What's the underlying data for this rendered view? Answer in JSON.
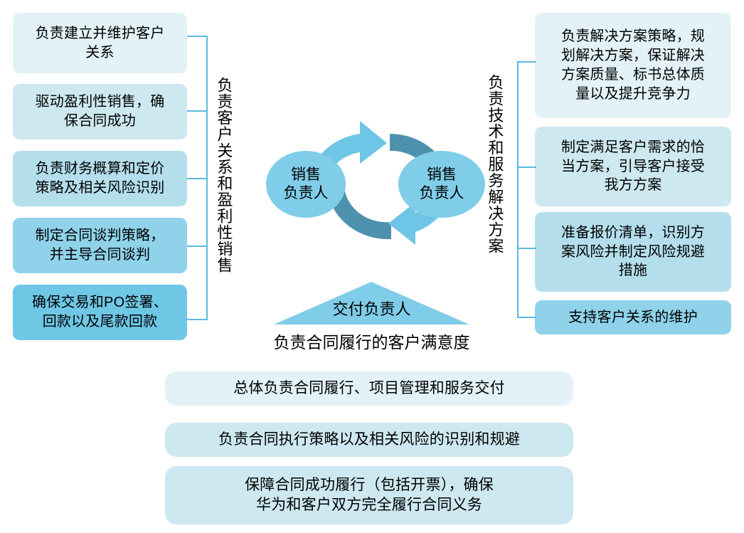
{
  "title": "销售与交付角色职责图",
  "colors": {
    "pale": "#E2F2F7",
    "light": "#CDE8F0",
    "mid": "#B4DEEC",
    "strong": "#8FD2EA",
    "deep": "#6FC7E6",
    "bracket": "#5CB9E0",
    "ellipse": "#7FCDE8",
    "arrow_light": "#6FC5E5",
    "arrow_dark": "#4E91AC",
    "triangle": "#7FCDE8"
  },
  "left_group": {
    "label": "负责客户关系和盈利性销售",
    "items": [
      {
        "text": "负责建立并维护客户\n关系",
        "fill": "#E2F2F7"
      },
      {
        "text": "驱动盈利性销售，确\n保合同成功",
        "fill": "#CDE8F0"
      },
      {
        "text": "负责财务概算和定价\n策略及相关风险识别",
        "fill": "#B4DEEC"
      },
      {
        "text": "制定合同谈判策略，\n并主导合同谈判",
        "fill": "#8FD2EA"
      },
      {
        "text": "确保交易和PO签署、\n回款以及尾款回款",
        "fill": "#6FC7E6"
      }
    ]
  },
  "right_group": {
    "label": "负责技术和服务解决方案",
    "items": [
      {
        "text": "负责解决方案策略，规\n划解决方案，保证解决\n方案质量、标书总体质\n量以及提升竞争力",
        "fill": "#E2F2F7"
      },
      {
        "text": "制定满足客户需求的恰\n当方案，引导客户接受\n我方方案",
        "fill": "#CDE8F0"
      },
      {
        "text": "准备报价清单，识别方\n案风险并制定风险规避\n措施",
        "fill": "#B4DEEC"
      },
      {
        "text": "支持客户关系的维护",
        "fill": "#8FD2EA"
      }
    ]
  },
  "center": {
    "ellipse_left": "销售\n负责人",
    "ellipse_left_line1": "销售",
    "ellipse_left_line2": "负责人",
    "ellipse_right_line1": "销售",
    "ellipse_right_line2": "负责人",
    "triangle_label": "交付负责人",
    "triangle_caption": "负责合同履行的客户满意度"
  },
  "bottom_items": [
    {
      "text": "总体负责合同履行、项目管理和服务交付",
      "fill": "#E2F2F7"
    },
    {
      "text": "负责合同执行策略以及相关风险的识别和规避",
      "fill": "#CDE8F0"
    },
    {
      "text": "保障合同成功履行（包括开票），确保\n华为和客户双方完全履行合同义务",
      "fill": "#CDE8F0"
    }
  ]
}
